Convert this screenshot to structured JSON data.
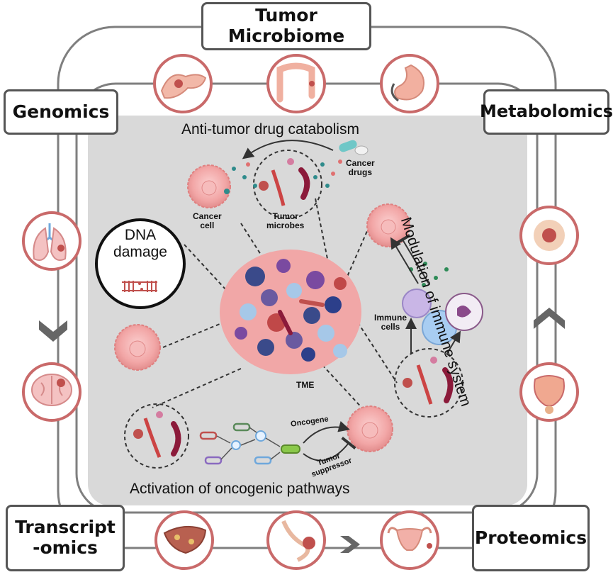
{
  "omics": {
    "tumor_microbiome": "Tumor Microbiome",
    "genomics": "Genomics",
    "metabolomics": "Metabolomics",
    "transcriptomics_line1": "Transcript",
    "transcriptomics_line2": "-omics",
    "proteomics": "Proteomics"
  },
  "center": {
    "drug_catabolism": "Anti-tumor drug catabolism",
    "cancer_drugs_line1": "Cancer",
    "cancer_drugs_line2": "drugs",
    "cancer_cell_line1": "Cancer",
    "cancer_cell_line2": "cell",
    "tumor_microbes_line1": "Tumor",
    "tumor_microbes_line2": "microbes",
    "dna_damage_line1": "DNA",
    "dna_damage_line2": "damage",
    "modulation": "Modulation of immune system",
    "immune_cells_line1": "Immune",
    "immune_cells_line2": "cells",
    "tme": "TME",
    "oncogene": "Oncogene",
    "tumor_suppressor_line1": "Tumor",
    "tumor_suppressor_line2": "suppressor",
    "oncogenic_pathways": "Activation of oncogenic pathways"
  },
  "organ_icons": [
    "pancreas-icon",
    "colon-icon",
    "stomach-icon",
    "lung-icon",
    "brain-icon",
    "skin-lesion-icon",
    "bladder-icon",
    "liver-icon",
    "breast-icon",
    "uterus-icon"
  ],
  "colors": {
    "panel": "#d9d9d9",
    "ring": "#7f7f7f",
    "organ_circle": "#c96a6a",
    "cancer_cell": "#f2a6a6",
    "dashed": "#333333"
  }
}
